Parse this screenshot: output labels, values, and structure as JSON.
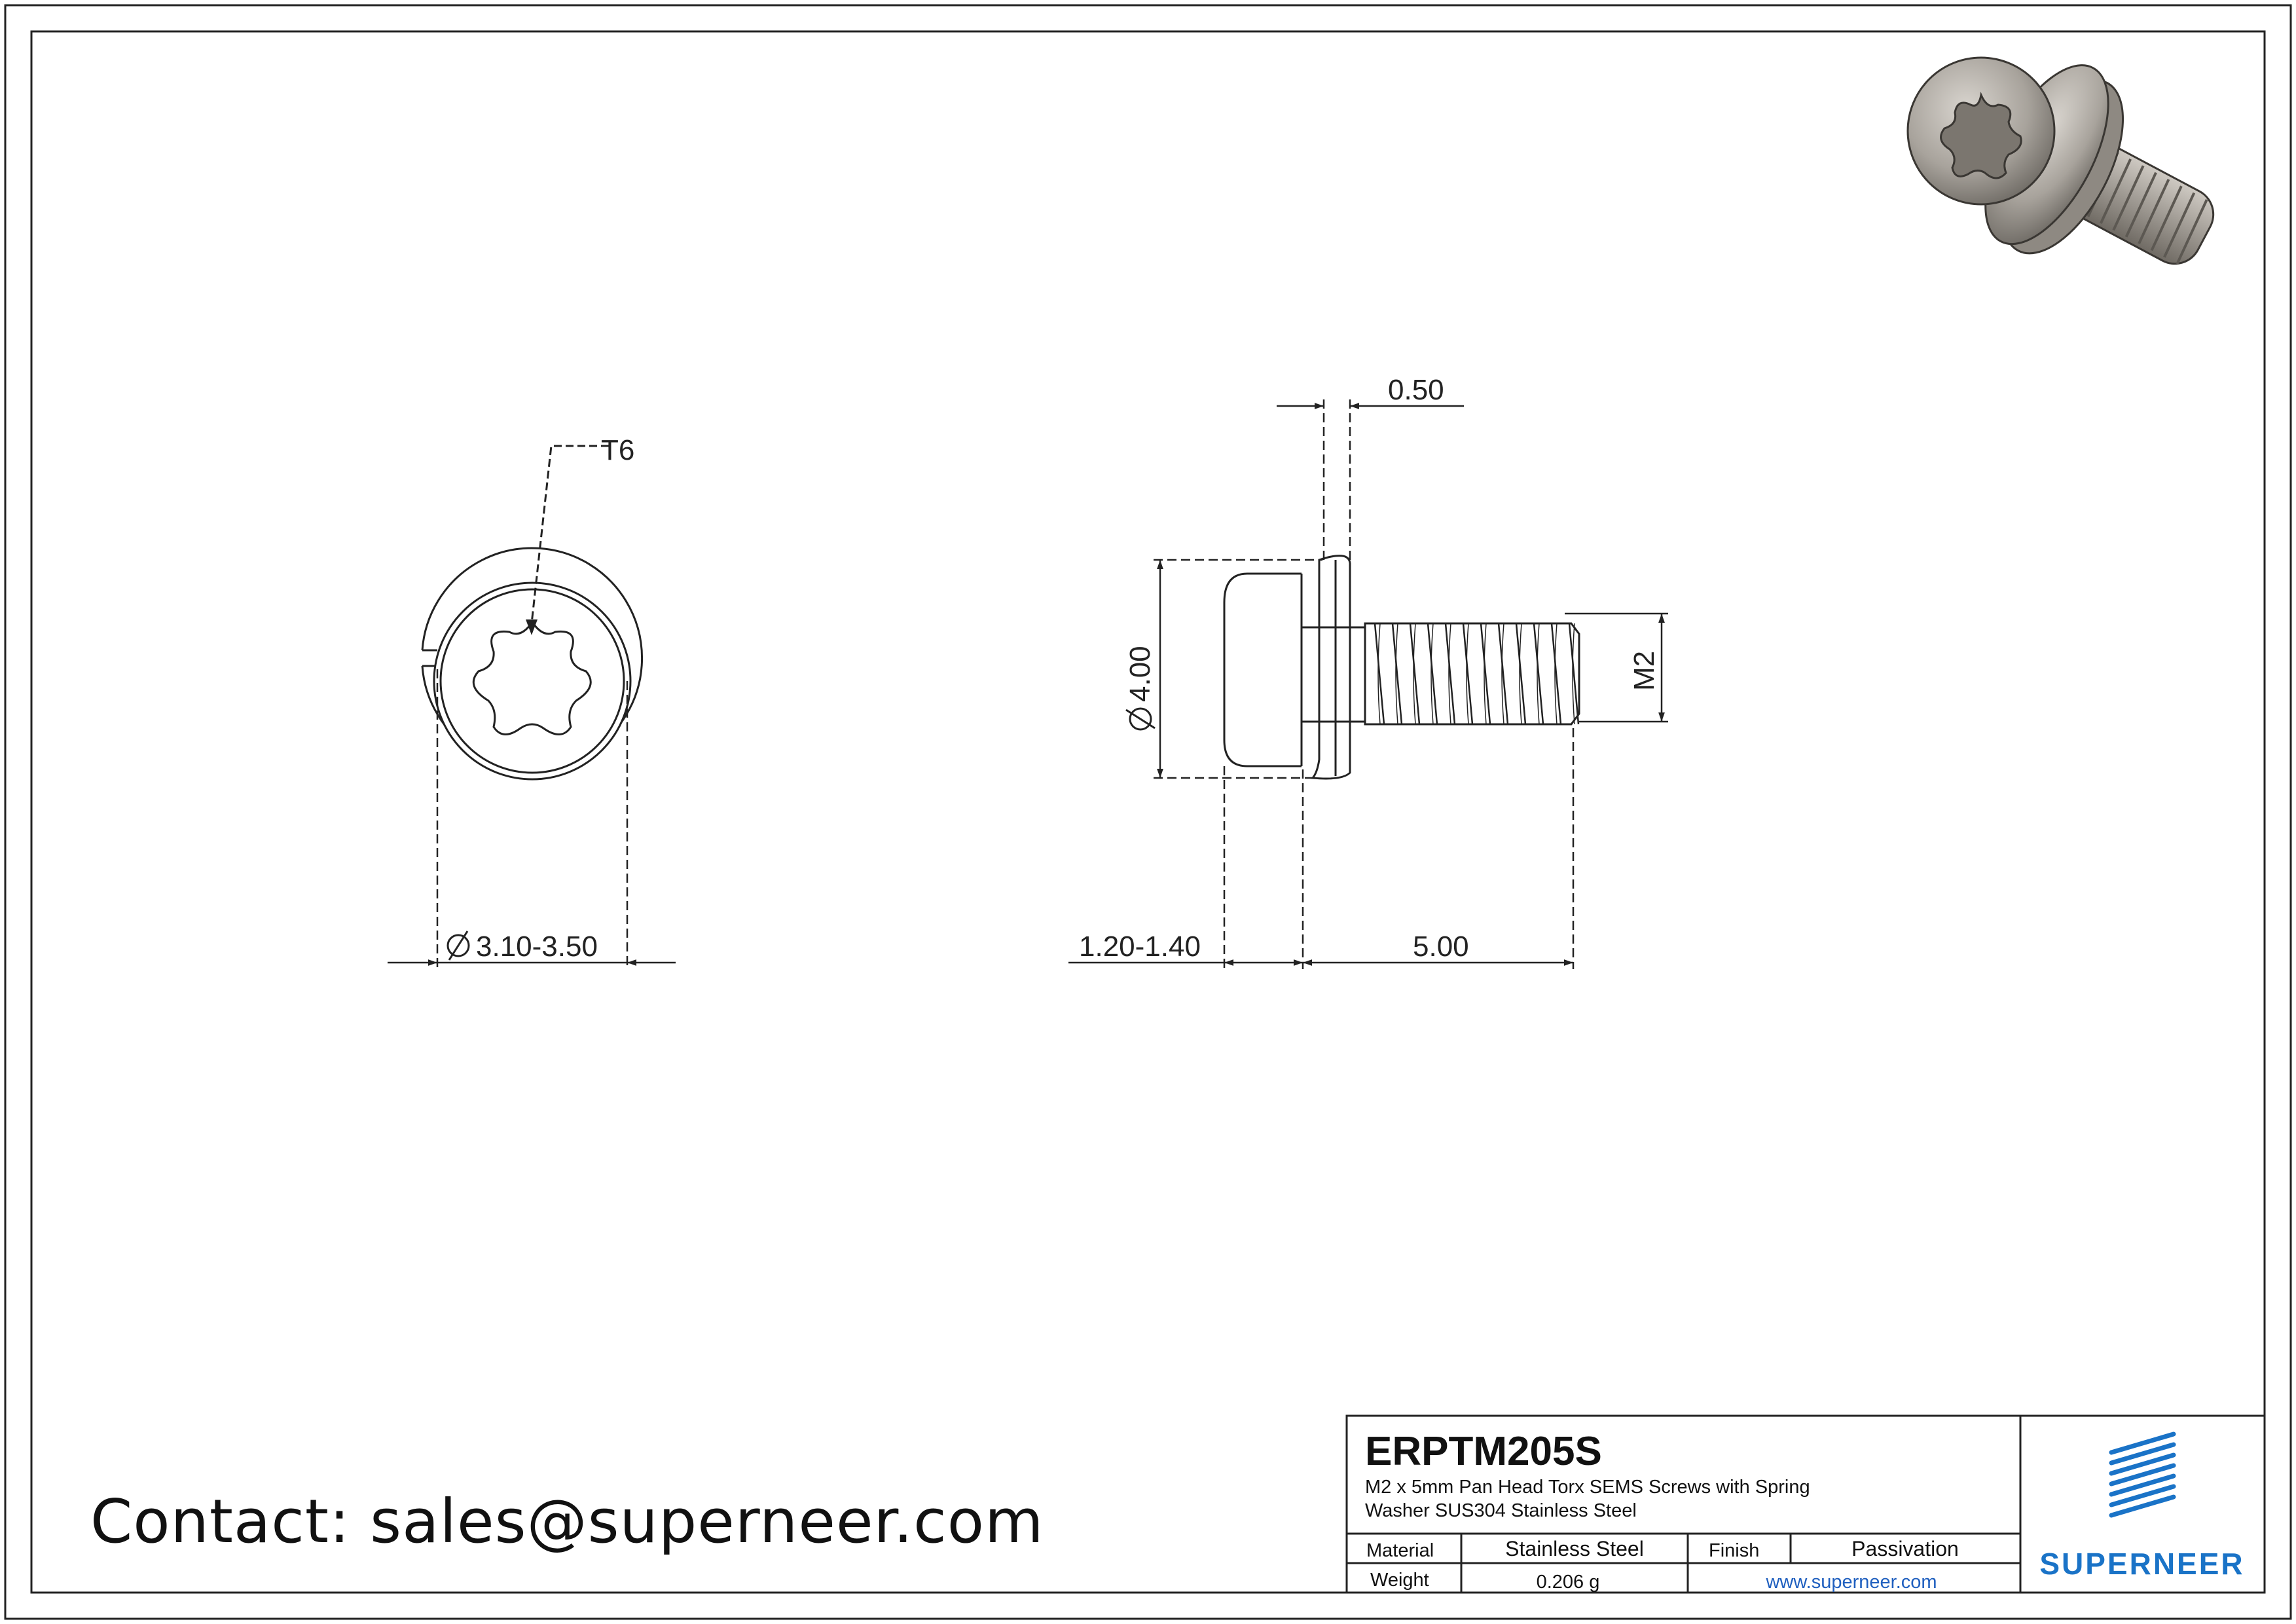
{
  "dimensions": {
    "drive_size": "T6",
    "washer_diameter": "3.10-3.50",
    "washer_thickness": "0.50",
    "head_diameter": "4.00",
    "thread_size": "M2",
    "head_height": "1.20-1.40",
    "length": "5.00"
  },
  "title_block": {
    "part_number": "ERPTM205S",
    "description_line1": "M2 x 5mm Pan Head Torx SEMS Screws with Spring",
    "description_line2": "Washer SUS304 Stainless Steel",
    "material_label": "Material",
    "material_value": "Stainless Steel",
    "finish_label": "Finish",
    "finish_value": "Passivation",
    "weight_label": "Weight",
    "weight_value": "0.206 g",
    "website": "www.superneer.com",
    "brand": "SUPERNEER"
  },
  "contact": "Contact: sales@superneer.com",
  "colors": {
    "line": "#222222",
    "brand_blue": "#1a73c7",
    "link_blue": "#1f5fbf",
    "metal": "#a8a39c"
  },
  "icons": [
    "torx-recess-icon",
    "screw-3d-render",
    "superneer-logo-icon"
  ]
}
